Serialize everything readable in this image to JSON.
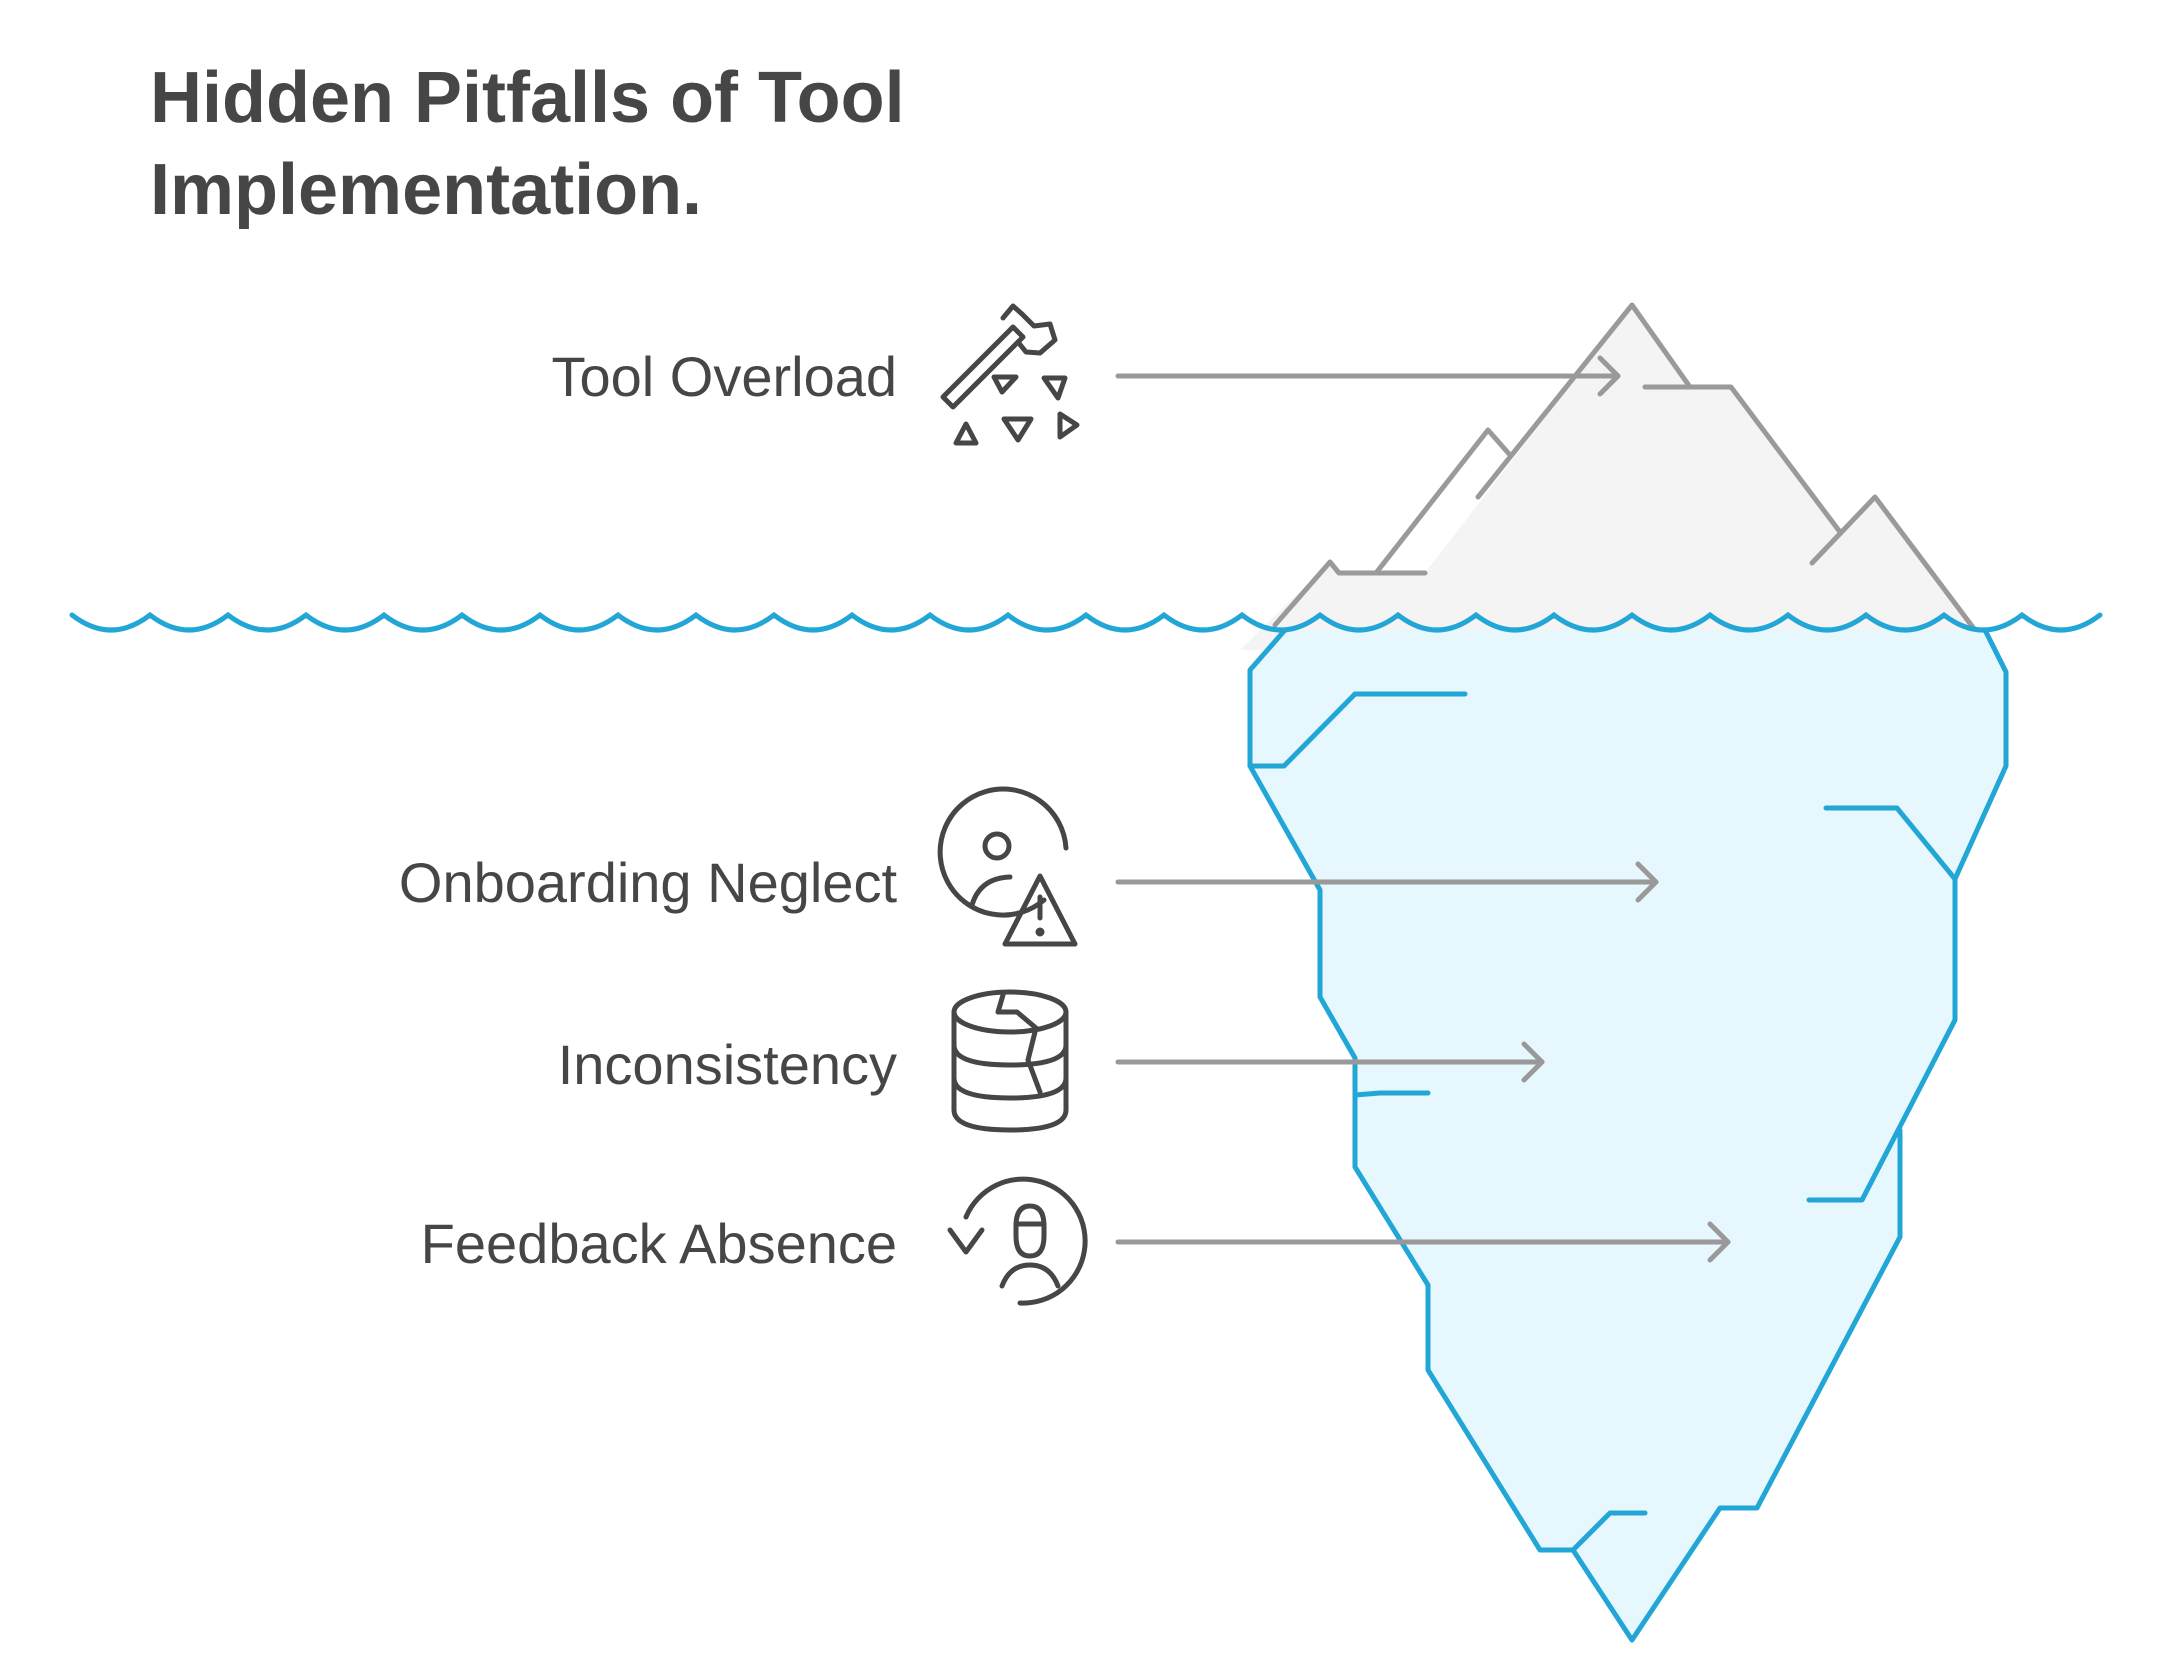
{
  "title": "Hidden Pitfalls of Tool Implementation.",
  "colors": {
    "text": "#464646",
    "water": "#22a6d6",
    "ice_top_fill": "#f4f4f4",
    "ice_top_stroke": "#9a9a9a",
    "ice_bottom_fill": "#e6f7fd",
    "arrow": "#999999",
    "icon": "#464646"
  },
  "items": [
    {
      "label": "Tool Overload",
      "icon": "axe-chipping-ice-icon"
    },
    {
      "label": "Onboarding Neglect",
      "icon": "user-warning-icon"
    },
    {
      "label": "Inconsistency",
      "icon": "cracked-database-icon"
    },
    {
      "label": "Feedback Absence",
      "icon": "user-refresh-icon"
    }
  ]
}
